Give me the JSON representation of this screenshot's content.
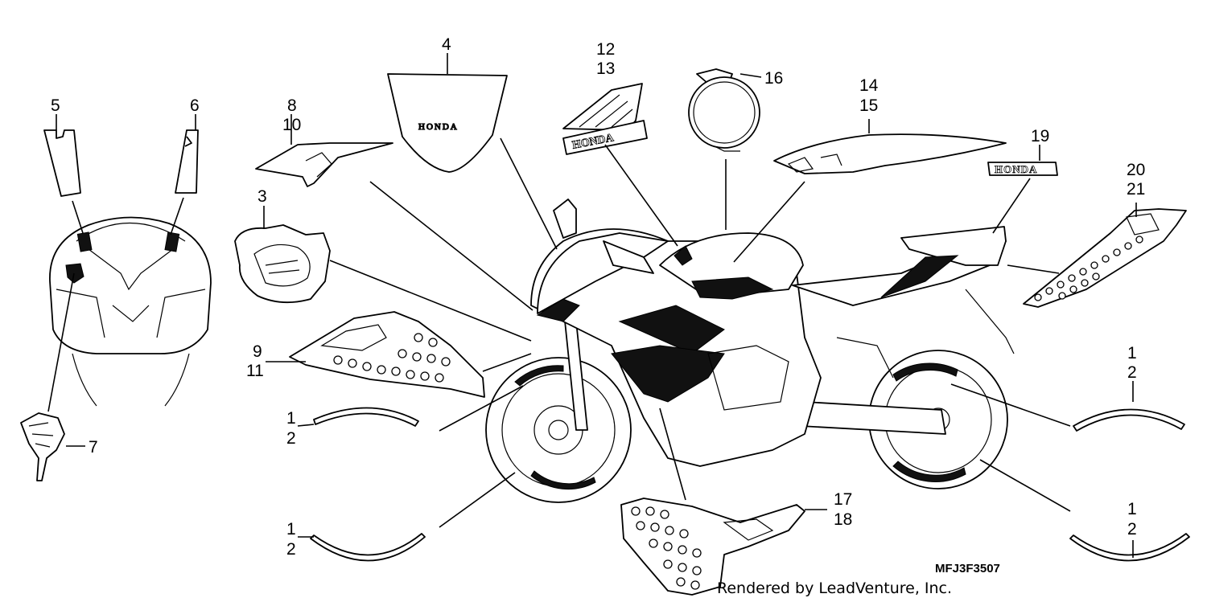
{
  "callouts": {
    "c1a": "1",
    "c2a": "2",
    "c1b": "1",
    "c2b": "2",
    "c1c": "1",
    "c2c": "2",
    "c1d": "1",
    "c2d": "2",
    "c3": "3",
    "c4": "4",
    "c5": "5",
    "c6": "6",
    "c7": "7",
    "c8": "8",
    "c10": "10",
    "c9": "9",
    "c11": "11",
    "c12": "12",
    "c13": "13",
    "c14": "14",
    "c15": "15",
    "c16": "16",
    "c17": "17",
    "c18": "18",
    "c19": "19",
    "c20": "20",
    "c21": "21"
  },
  "decal_text": {
    "windscreen_logo": "HONDA",
    "wing_logo": "HONDA",
    "tail_logo": "HONDA"
  },
  "diagram_code": "MFJ3F3507",
  "credit": "Rendered by LeadVenture, Inc."
}
